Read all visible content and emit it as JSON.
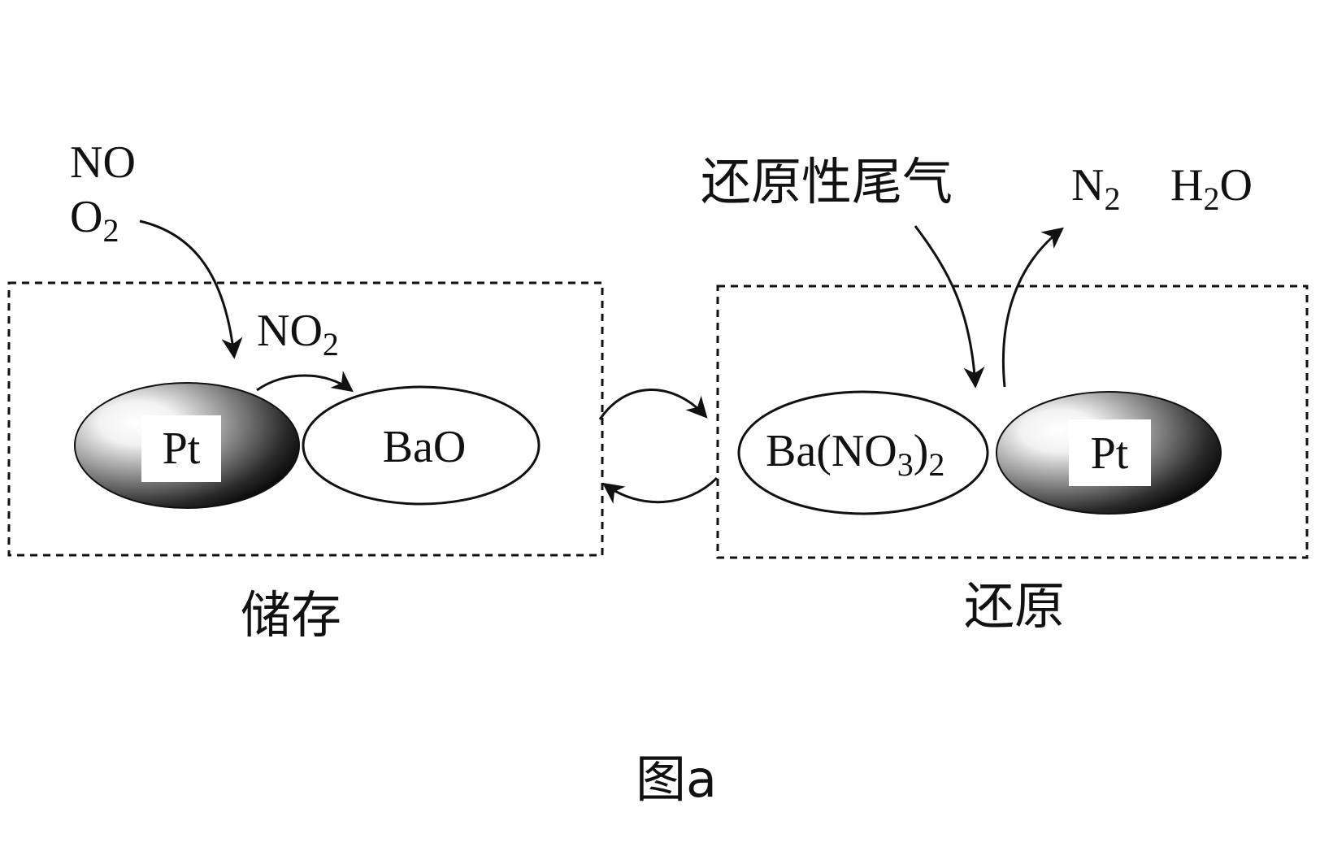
{
  "storage": {
    "inputs": [
      "NO",
      "O2"
    ],
    "intermediate": "NO2",
    "catalyst": "Pt",
    "adsorbent": "BaO",
    "caption": "储存"
  },
  "reduction": {
    "input": "还原性尾气",
    "outputs": [
      "N2",
      "H2O"
    ],
    "adsorbate": "Ba(NO3)2",
    "catalyst": "Pt",
    "caption": "还原"
  },
  "figure_caption": "图a"
}
